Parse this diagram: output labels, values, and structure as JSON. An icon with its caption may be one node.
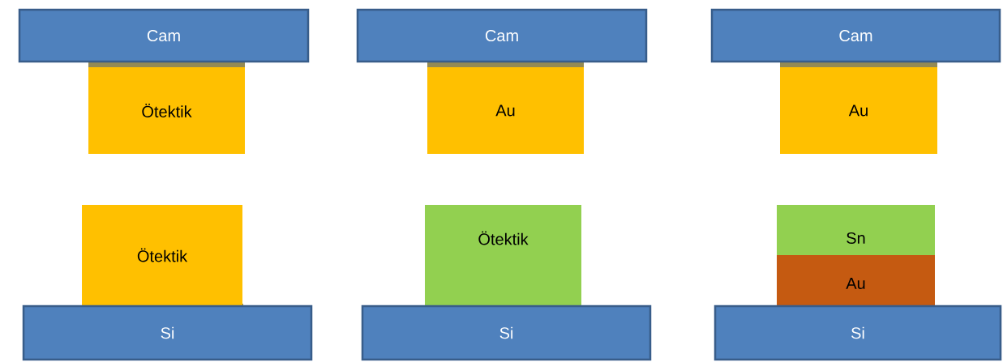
{
  "diagram": {
    "nodes": [
      {
        "text": [
          "Cam"
        ]
      },
      {
        "text": [
          "Ötektik"
        ]
      },
      {
        "text": [
          "Ötektik"
        ]
      },
      {
        "text": [
          "Si"
        ]
      },
      {
        "text": [
          "Cam"
        ]
      },
      {
        "text": [
          "Au"
        ]
      },
      {
        "text": [
          "Ötektik"
        ]
      },
      {
        "text": [
          "Si"
        ]
      },
      {
        "text": [
          "Cam"
        ]
      },
      {
        "text": [
          "Au"
        ]
      },
      {
        "text": [
          "Sn"
        ]
      },
      {
        "text": [
          "Au"
        ]
      },
      {
        "text": [
          "Si"
        ]
      }
    ]
  }
}
